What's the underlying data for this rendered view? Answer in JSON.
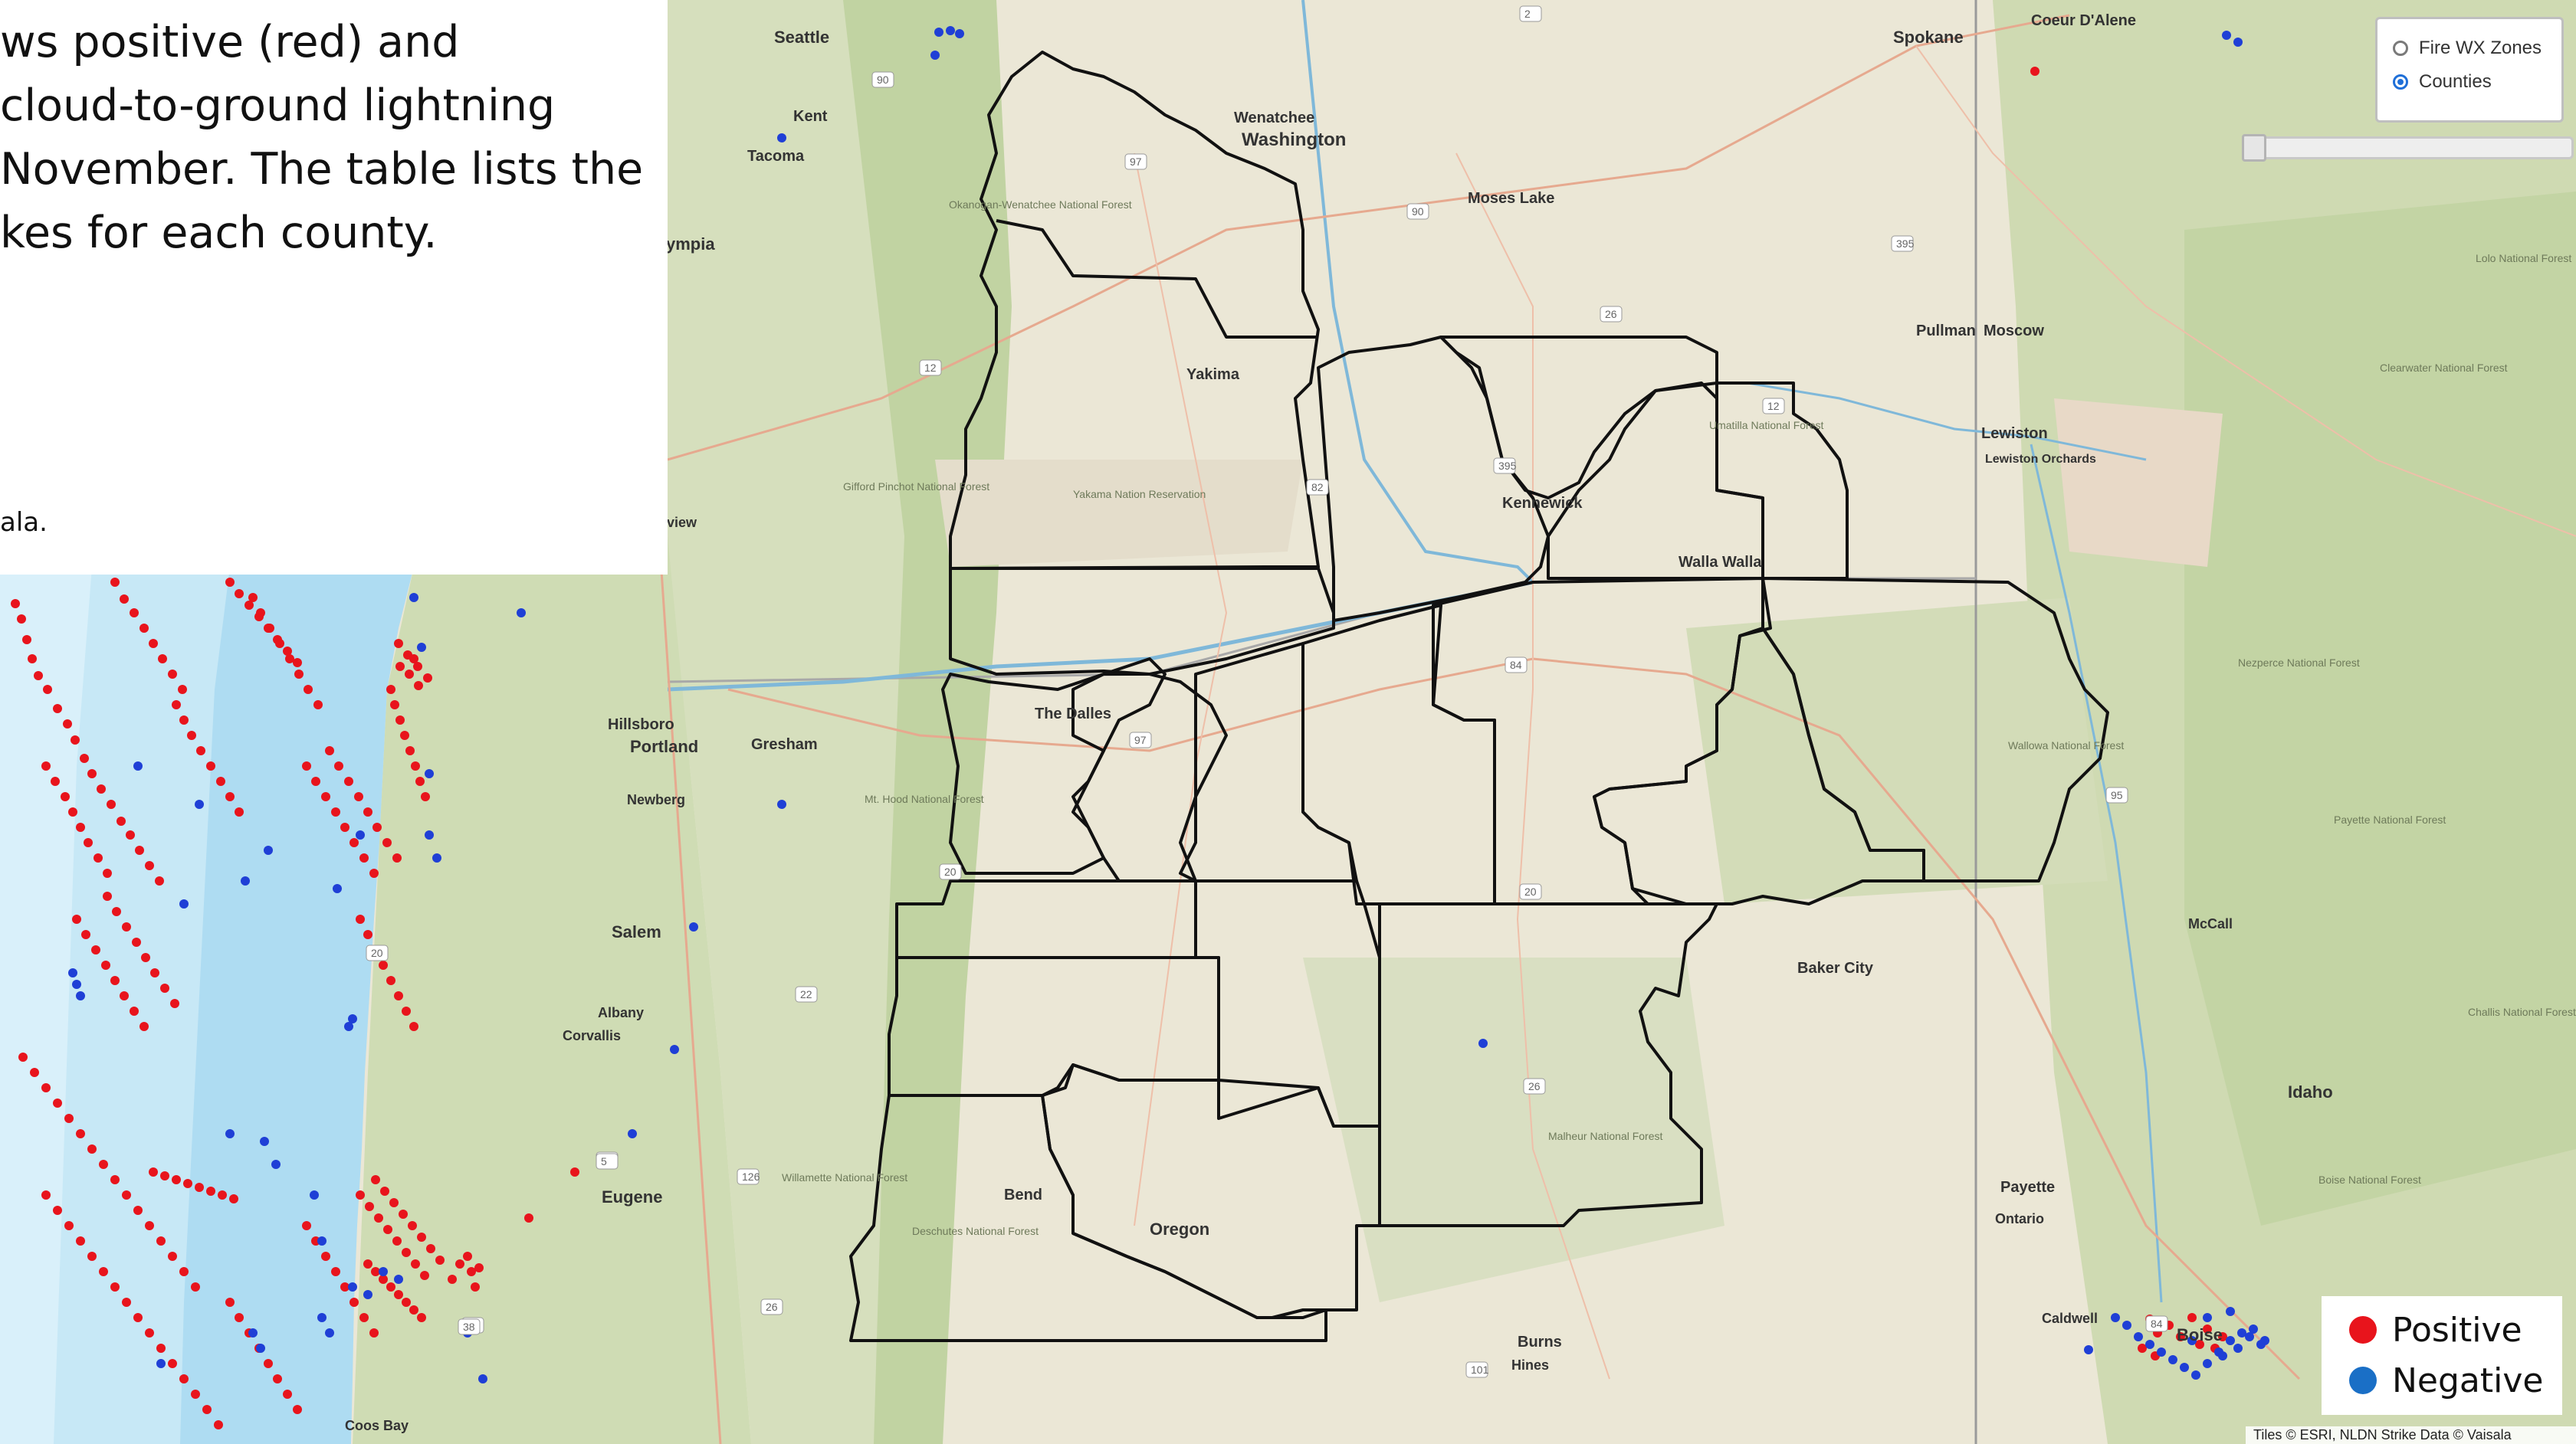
{
  "description_lines": [
    "ws positive (red) and",
    "cloud-to-ground lightning",
    "November. The table lists the",
    "kes for each county."
  ],
  "credit_text": "ala.",
  "layer_toggle": {
    "options": [
      "Fire WX Zones",
      "Counties"
    ],
    "selected": "Counties"
  },
  "legend": {
    "positive_label": "Positive",
    "negative_label": "Negative"
  },
  "colors": {
    "positive": "#e8141c",
    "negative": "#1f3fd6",
    "county_outline": "#111111"
  },
  "attribution": "Tiles © ESRI, NLDN Strike Data © Vaisala",
  "map_labels": [
    "Seattle",
    "Kent",
    "Tacoma",
    "Wenatchee",
    "Washington",
    "Moses Lake",
    "Spokane",
    "Coeur D'Alene",
    "Pullman",
    "Moscow",
    "Lewiston",
    "Lewiston Orchards",
    "Yakima",
    "Kennewick",
    "Walla Walla",
    "Hillsboro",
    "Portland",
    "Gresham",
    "Newberg",
    "Salem",
    "Albany",
    "Corvallis",
    "Eugene",
    "The Dalles",
    "Bend",
    "Oregon",
    "Baker City",
    "McCall",
    "Payette",
    "Ontario",
    "Caldwell",
    "Boise",
    "Burns",
    "Hines",
    "Coos Bay",
    "Idaho",
    "ympia",
    "view",
    "Yakama Nation Reservation",
    "Gifford Pinchot National Forest",
    "Mt. Hood National Forest",
    "Willamette National Forest",
    "Deschutes National Forest",
    "Malheur National Forest",
    "Umatilla National Forest",
    "Wallowa National Forest",
    "Nezperce National Forest",
    "Payette National Forest",
    "Boise National Forest",
    "Clearwater National Forest",
    "Lolo National Forest",
    "Challis National Forest",
    "Okanogan-Wenatchee National Forest"
  ],
  "highway_labels": [
    "2",
    "90",
    "97",
    "90",
    "395",
    "12",
    "82",
    "395",
    "12",
    "26",
    "84",
    "95",
    "97",
    "26",
    "84",
    "20",
    "22",
    "126",
    "5",
    "20",
    "26",
    "20",
    "101",
    "58",
    "38",
    "5"
  ],
  "lightning_positive": [
    [
      20,
      788
    ],
    [
      28,
      808
    ],
    [
      35,
      835
    ],
    [
      42,
      860
    ],
    [
      50,
      882
    ],
    [
      62,
      900
    ],
    [
      75,
      925
    ],
    [
      88,
      945
    ],
    [
      98,
      966
    ],
    [
      110,
      990
    ],
    [
      120,
      1010
    ],
    [
      132,
      1030
    ],
    [
      145,
      1050
    ],
    [
      158,
      1072
    ],
    [
      170,
      1090
    ],
    [
      182,
      1110
    ],
    [
      195,
      1130
    ],
    [
      208,
      1150
    ],
    [
      60,
      1000
    ],
    [
      72,
      1020
    ],
    [
      85,
      1040
    ],
    [
      95,
      1060
    ],
    [
      105,
      1080
    ],
    [
      115,
      1100
    ],
    [
      128,
      1120
    ],
    [
      140,
      1140
    ],
    [
      150,
      760
    ],
    [
      162,
      782
    ],
    [
      175,
      800
    ],
    [
      188,
      820
    ],
    [
      200,
      840
    ],
    [
      212,
      860
    ],
    [
      225,
      880
    ],
    [
      238,
      900
    ],
    [
      230,
      920
    ],
    [
      240,
      940
    ],
    [
      250,
      960
    ],
    [
      262,
      980
    ],
    [
      275,
      1000
    ],
    [
      288,
      1020
    ],
    [
      300,
      1040
    ],
    [
      312,
      1060
    ],
    [
      330,
      780
    ],
    [
      340,
      800
    ],
    [
      352,
      820
    ],
    [
      365,
      840
    ],
    [
      378,
      860
    ],
    [
      390,
      880
    ],
    [
      402,
      900
    ],
    [
      415,
      920
    ],
    [
      300,
      760
    ],
    [
      312,
      775
    ],
    [
      325,
      790
    ],
    [
      338,
      805
    ],
    [
      350,
      820
    ],
    [
      362,
      835
    ],
    [
      375,
      850
    ],
    [
      388,
      865
    ],
    [
      140,
      1170
    ],
    [
      152,
      1190
    ],
    [
      165,
      1210
    ],
    [
      178,
      1230
    ],
    [
      190,
      1250
    ],
    [
      202,
      1270
    ],
    [
      215,
      1290
    ],
    [
      228,
      1310
    ],
    [
      100,
      1200
    ],
    [
      112,
      1220
    ],
    [
      125,
      1240
    ],
    [
      138,
      1260
    ],
    [
      150,
      1280
    ],
    [
      162,
      1300
    ],
    [
      175,
      1320
    ],
    [
      188,
      1340
    ],
    [
      400,
      1000
    ],
    [
      412,
      1020
    ],
    [
      425,
      1040
    ],
    [
      438,
      1060
    ],
    [
      450,
      1080
    ],
    [
      462,
      1100
    ],
    [
      475,
      1120
    ],
    [
      488,
      1140
    ],
    [
      430,
      980
    ],
    [
      442,
      1000
    ],
    [
      455,
      1020
    ],
    [
      468,
      1040
    ],
    [
      480,
      1060
    ],
    [
      492,
      1080
    ],
    [
      505,
      1100
    ],
    [
      518,
      1120
    ],
    [
      520,
      840
    ],
    [
      532,
      855
    ],
    [
      545,
      870
    ],
    [
      558,
      885
    ],
    [
      522,
      870
    ],
    [
      534,
      880
    ],
    [
      546,
      895
    ],
    [
      540,
      860
    ],
    [
      510,
      900
    ],
    [
      515,
      920
    ],
    [
      522,
      940
    ],
    [
      528,
      960
    ],
    [
      535,
      980
    ],
    [
      542,
      1000
    ],
    [
      548,
      1020
    ],
    [
      555,
      1040
    ],
    [
      470,
      1200
    ],
    [
      480,
      1220
    ],
    [
      490,
      1240
    ],
    [
      500,
      1260
    ],
    [
      510,
      1280
    ],
    [
      520,
      1300
    ],
    [
      530,
      1320
    ],
    [
      540,
      1340
    ],
    [
      30,
      1380
    ],
    [
      45,
      1400
    ],
    [
      60,
      1420
    ],
    [
      75,
      1440
    ],
    [
      90,
      1460
    ],
    [
      105,
      1480
    ],
    [
      120,
      1500
    ],
    [
      135,
      1520
    ],
    [
      150,
      1540
    ],
    [
      165,
      1560
    ],
    [
      180,
      1580
    ],
    [
      195,
      1600
    ],
    [
      210,
      1620
    ],
    [
      225,
      1640
    ],
    [
      240,
      1660
    ],
    [
      255,
      1680
    ],
    [
      60,
      1560
    ],
    [
      75,
      1580
    ],
    [
      90,
      1600
    ],
    [
      105,
      1620
    ],
    [
      120,
      1640
    ],
    [
      135,
      1660
    ],
    [
      150,
      1680
    ],
    [
      165,
      1700
    ],
    [
      180,
      1720
    ],
    [
      195,
      1740
    ],
    [
      210,
      1760
    ],
    [
      225,
      1780
    ],
    [
      240,
      1800
    ],
    [
      255,
      1820
    ],
    [
      270,
      1840
    ],
    [
      285,
      1860
    ],
    [
      300,
      1700
    ],
    [
      312,
      1720
    ],
    [
      325,
      1740
    ],
    [
      338,
      1760
    ],
    [
      350,
      1780
    ],
    [
      362,
      1800
    ],
    [
      375,
      1820
    ],
    [
      388,
      1840
    ],
    [
      400,
      1600
    ],
    [
      412,
      1620
    ],
    [
      425,
      1640
    ],
    [
      438,
      1660
    ],
    [
      450,
      1680
    ],
    [
      462,
      1700
    ],
    [
      475,
      1720
    ],
    [
      488,
      1740
    ],
    [
      470,
      1560
    ],
    [
      482,
      1575
    ],
    [
      494,
      1590
    ],
    [
      506,
      1605
    ],
    [
      518,
      1620
    ],
    [
      530,
      1635
    ],
    [
      542,
      1650
    ],
    [
      554,
      1665
    ],
    [
      490,
      1540
    ],
    [
      502,
      1555
    ],
    [
      514,
      1570
    ],
    [
      526,
      1585
    ],
    [
      538,
      1600
    ],
    [
      550,
      1615
    ],
    [
      562,
      1630
    ],
    [
      574,
      1645
    ],
    [
      200,
      1530
    ],
    [
      215,
      1535
    ],
    [
      230,
      1540
    ],
    [
      245,
      1545
    ],
    [
      260,
      1550
    ],
    [
      275,
      1555
    ],
    [
      290,
      1560
    ],
    [
      305,
      1565
    ],
    [
      480,
      1650
    ],
    [
      490,
      1660
    ],
    [
      500,
      1670
    ],
    [
      510,
      1680
    ],
    [
      520,
      1690
    ],
    [
      530,
      1700
    ],
    [
      540,
      1710
    ],
    [
      550,
      1720
    ],
    [
      600,
      1650
    ],
    [
      615,
      1660
    ],
    [
      625,
      1655
    ],
    [
      590,
      1670
    ],
    [
      610,
      1640
    ],
    [
      620,
      1680
    ],
    [
      750,
      1530
    ],
    [
      690,
      1590
    ],
    [
      2655,
      93
    ],
    [
      2830,
      1730
    ],
    [
      2845,
      1745
    ],
    [
      2860,
      1720
    ],
    [
      2870,
      1755
    ],
    [
      2880,
      1735
    ],
    [
      2890,
      1760
    ],
    [
      2900,
      1745
    ],
    [
      2805,
      1722
    ],
    [
      2815,
      1740
    ],
    [
      2795,
      1760
    ],
    [
      2812,
      1770
    ]
  ],
  "lightning_negative": [
    [
      540,
      780
    ],
    [
      550,
      845
    ],
    [
      560,
      1010
    ],
    [
      470,
      1090
    ],
    [
      440,
      1160
    ],
    [
      350,
      1110
    ],
    [
      320,
      1150
    ],
    [
      260,
      1050
    ],
    [
      240,
      1180
    ],
    [
      95,
      1270
    ],
    [
      100,
      1285
    ],
    [
      105,
      1300
    ],
    [
      460,
      1330
    ],
    [
      455,
      1340
    ],
    [
      560,
      1090
    ],
    [
      570,
      1120
    ],
    [
      680,
      800
    ],
    [
      905,
      1210
    ],
    [
      1020,
      1050
    ],
    [
      880,
      1370
    ],
    [
      825,
      1480
    ],
    [
      300,
      1480
    ],
    [
      345,
      1490
    ],
    [
      360,
      1520
    ],
    [
      410,
      1560
    ],
    [
      420,
      1620
    ],
    [
      460,
      1680
    ],
    [
      480,
      1690
    ],
    [
      500,
      1660
    ],
    [
      520,
      1670
    ],
    [
      420,
      1720
    ],
    [
      430,
      1740
    ],
    [
      330,
      1740
    ],
    [
      340,
      1760
    ],
    [
      210,
      1780
    ],
    [
      630,
      1800
    ],
    [
      610,
      1740
    ],
    [
      180,
      1000
    ],
    [
      1220,
      72
    ],
    [
      1240,
      40
    ],
    [
      1225,
      42
    ],
    [
      1252,
      44
    ],
    [
      1935,
      1362
    ],
    [
      2760,
      1720
    ],
    [
      2775,
      1730
    ],
    [
      2790,
      1745
    ],
    [
      2805,
      1755
    ],
    [
      2820,
      1765
    ],
    [
      2835,
      1775
    ],
    [
      2850,
      1785
    ],
    [
      2865,
      1795
    ],
    [
      2880,
      1780
    ],
    [
      2895,
      1765
    ],
    [
      2910,
      1750
    ],
    [
      2925,
      1740
    ],
    [
      2940,
      1735
    ],
    [
      2955,
      1750
    ],
    [
      2725,
      1762
    ],
    [
      2910,
      1712
    ],
    [
      2880,
      1720
    ],
    [
      2900,
      1770
    ],
    [
      2920,
      1760
    ],
    [
      2935,
      1745
    ],
    [
      2950,
      1755
    ],
    [
      2905,
      46
    ],
    [
      2920,
      55
    ],
    [
      1020,
      180
    ],
    [
      2860,
      1750
    ]
  ]
}
